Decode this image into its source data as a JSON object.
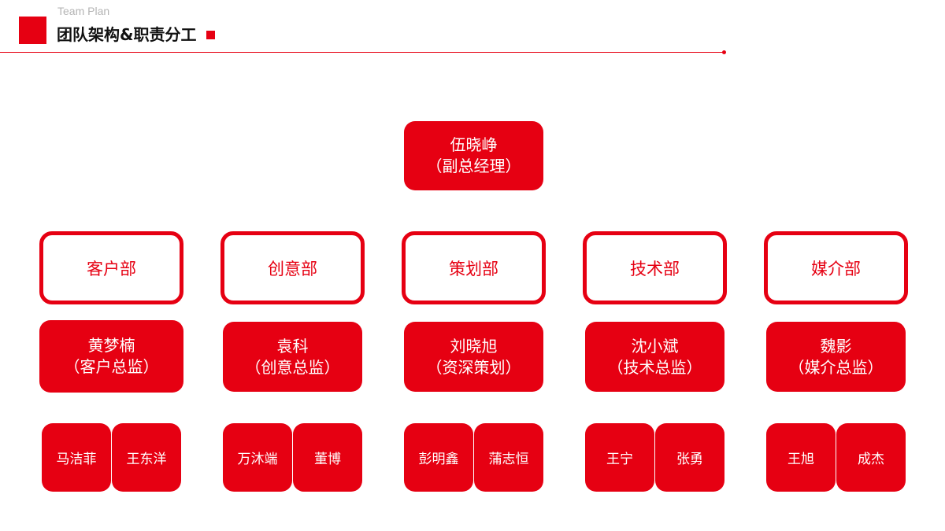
{
  "header": {
    "subtitle": "Team Plan",
    "title": "团队架构&职责分工"
  },
  "org": {
    "root": {
      "name": "伍晓峥",
      "role": "（副总经理）"
    },
    "departments": [
      {
        "name": "客户部",
        "lead": {
          "name": "黄梦楠",
          "role": "（客户总监）"
        },
        "members": [
          "马洁菲",
          "王东洋"
        ]
      },
      {
        "name": "创意部",
        "lead": {
          "name": "袁科",
          "role": "（创意总监）"
        },
        "members": [
          "万沐端",
          "董博"
        ]
      },
      {
        "name": "策划部",
        "lead": {
          "name": "刘晓旭",
          "role": "（资深策划）"
        },
        "members": [
          "彭明鑫",
          "蒲志恒"
        ]
      },
      {
        "name": "技术部",
        "lead": {
          "name": "沈小斌",
          "role": "（技术总监）"
        },
        "members": [
          "王宁",
          "张勇"
        ]
      },
      {
        "name": "媒介部",
        "lead": {
          "name": "魏影",
          "role": "（媒介总监）"
        },
        "members": [
          "王旭",
          "成杰"
        ]
      }
    ]
  },
  "colors": {
    "accent": "#e60012"
  }
}
